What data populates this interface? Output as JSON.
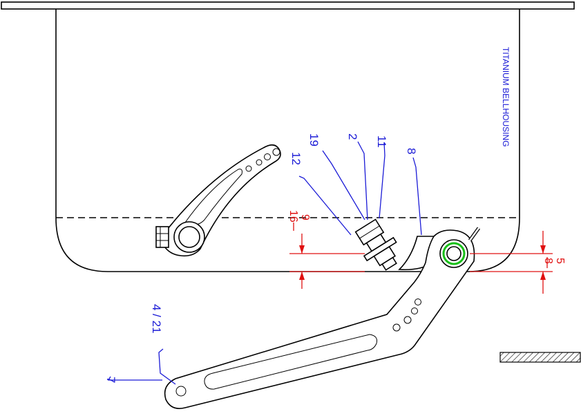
{
  "housing": {
    "label": "TITANIUM BELLHOUSING"
  },
  "callouts": {
    "c19": "19",
    "c2": "2",
    "c11": "11",
    "c8": "8",
    "c12": "12",
    "c4_21": "4 / 21",
    "c7": "7"
  },
  "dimensions": {
    "left": {
      "numerator": "9",
      "denominator": "16"
    },
    "right": {
      "numerator": "5",
      "denominator": "8"
    }
  },
  "colors": {
    "callout": "#1a1ad6",
    "dimension": "#e01010",
    "pivot_ring": "#18c018"
  }
}
